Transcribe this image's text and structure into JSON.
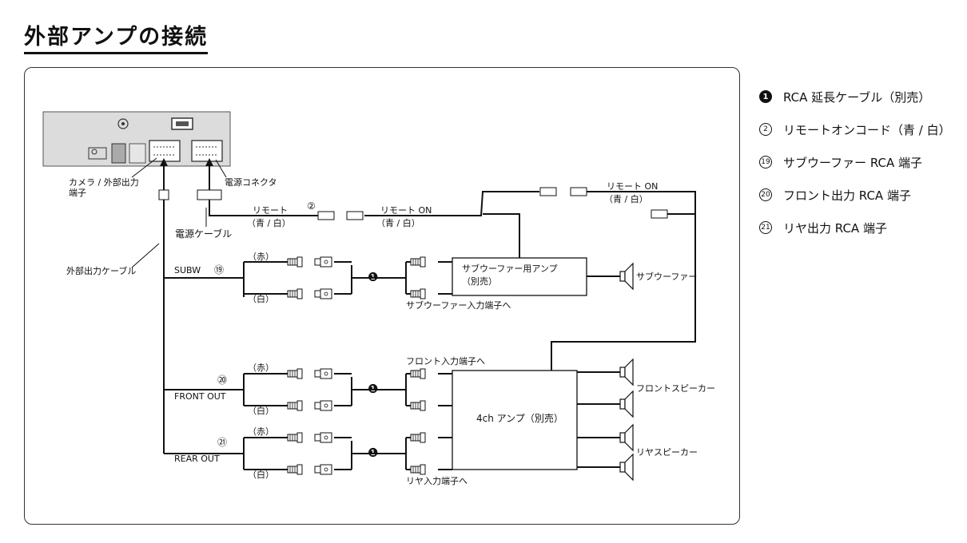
{
  "title": "外部アンプの接続",
  "labels": {
    "camera_port": [
      "カメラ / 外部出力",
      "端子"
    ],
    "power_connector": "電源コネクタ",
    "power_cable": "電源ケーブル",
    "external_output_cable": "外部出力ケーブル",
    "remote_left": "リモート",
    "remote_left_color": "（青 / 白）",
    "remote_on_mid": "リモート ON",
    "remote_on_mid_color": "（青 / 白）",
    "remote_on_right": "リモート ON",
    "remote_on_right_color": "（青 / 白）",
    "subw": "SUBW",
    "front_out": "FRONT OUT",
    "rear_out": "REAR OUT",
    "red": "（赤）",
    "white": "（白）",
    "sub_amp": [
      "サブウーファー用アンプ",
      "（別売）"
    ],
    "sub_in": "サブウーファー入力端子へ",
    "subwoofer": "サブウーファー",
    "front_in": "フロント入力端子へ",
    "amp_4ch": "4ch アンプ（別売）",
    "front_speaker": "フロントスピーカー",
    "rear_speaker": "リヤスピーカー",
    "rear_in": "リヤ入力端子へ"
  },
  "callouts": {
    "n1": "❶",
    "n2": "②",
    "n19": "⑲",
    "n20": "⑳",
    "n21": "㉑"
  },
  "legend": [
    {
      "num": "1",
      "style": "filled",
      "text": "RCA 延長ケーブル（別売）"
    },
    {
      "num": "2",
      "style": "outline",
      "text": "リモートオンコード（青 / 白）"
    },
    {
      "num": "19",
      "style": "outline",
      "text": "サブウーファー RCA 端子"
    },
    {
      "num": "20",
      "style": "outline",
      "text": "フロント出力 RCA 端子"
    },
    {
      "num": "21",
      "style": "outline",
      "text": "リヤ出力 RCA 端子"
    }
  ]
}
